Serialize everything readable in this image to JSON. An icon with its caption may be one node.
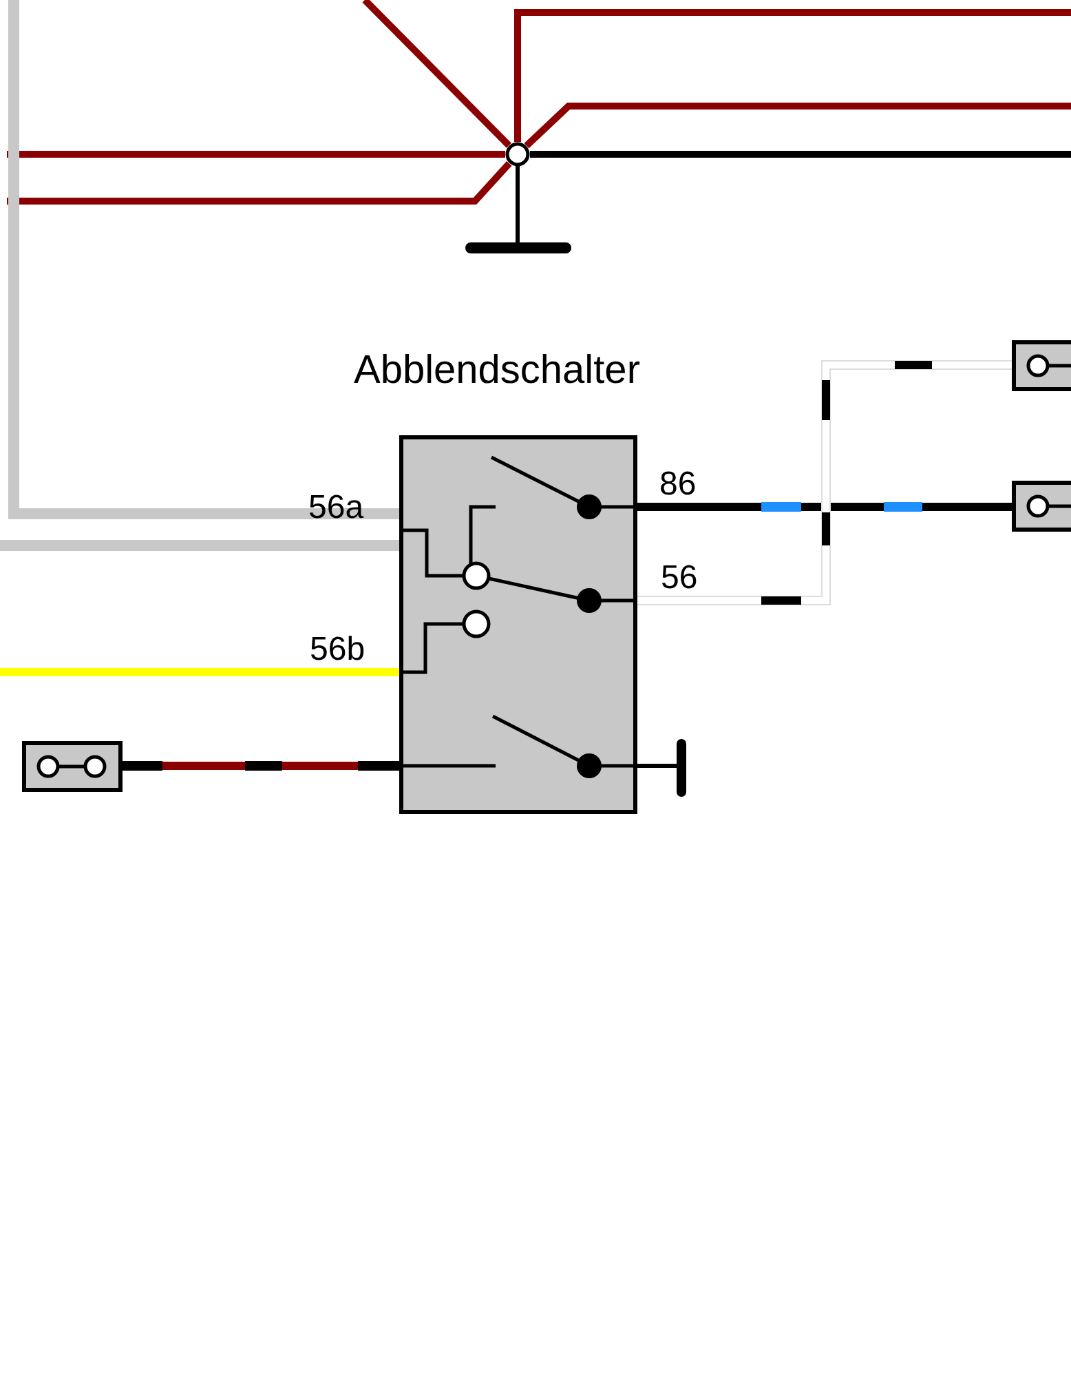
{
  "diagram": {
    "nodes": [
      {
        "text": [
          "Abblendschalter"
        ]
      },
      {
        "text": [],
        "shape": "box"
      },
      {
        "text": [],
        "shape": "box"
      },
      {
        "text": [],
        "shape": "box"
      },
      {
        "text": [],
        "shape": "circle"
      }
    ],
    "edges": [
      {
        "from": null,
        "to": 4,
        "arrow": "none",
        "color": "#8b0000"
      },
      {
        "from": null,
        "to": 4,
        "arrow": "none",
        "color": "#8b0000"
      },
      {
        "from": null,
        "to": 4,
        "arrow": "none",
        "color": "#8b0000"
      },
      {
        "from": 4,
        "to": null,
        "arrow": "none",
        "color": "#8b0000"
      },
      {
        "from": 4,
        "to": null,
        "arrow": "none",
        "color": "#8b0000"
      },
      {
        "from": 4,
        "to": null,
        "arrow": "none",
        "color": "#000000"
      },
      {
        "from": null,
        "to": 0,
        "arrow": "none",
        "color": "#c8c8c8"
      },
      {
        "from": null,
        "to": 0,
        "arrow": "none",
        "color": "#c8c8c8"
      },
      {
        "from": null,
        "to": 0,
        "arrow": "none",
        "color": "#ffff00"
      },
      {
        "from": 3,
        "to": 0,
        "arrow": "none",
        "color": "#8b0000"
      },
      {
        "from": 0,
        "to": 2,
        "arrow": "none",
        "color": "#000000"
      },
      {
        "from": 0,
        "to": 1,
        "arrow": "none",
        "color": "#ffffff"
      }
    ],
    "labels": [
      "86",
      "56a",
      "56",
      "56b"
    ]
  }
}
